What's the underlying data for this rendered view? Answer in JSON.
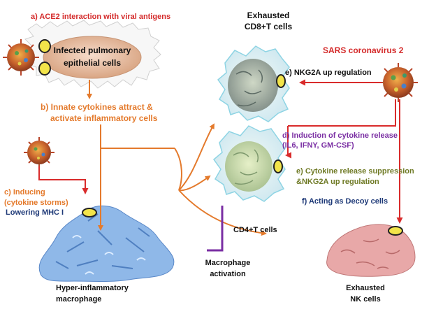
{
  "title": "SARS coronavirus 2",
  "steps": {
    "a": "a) ACE2 interaction with viral antigens",
    "b_line1": "b) Innate cytokines attract &",
    "b_line2": "activate inflammatory cells",
    "c_line1": "c) Inducing",
    "c_line2": "(cytokine storms)",
    "c_line3": "Lowering MHC I",
    "d_line1": "d) Induction of cytokine release",
    "d_line2": "(IL6, IFNY, GM-CSF)",
    "e_top": "e) NKG2A up regulation",
    "e_line1": "e) Cytokine release suppression",
    "e_line2": "&NKG2A up regulation",
    "f": "f) Acting as Decoy cells"
  },
  "cells": {
    "epithelial_line1": "Infected pulmonary",
    "epithelial_line2": "epithelial cells",
    "exhausted_cd8_line1": "Exhausted",
    "exhausted_cd8_line2": "CD8+T cells",
    "cd4": "CD4+T cells",
    "macrophage_activation_line1": "Macrophage",
    "macrophage_activation_line2": "activation",
    "hyper_line1": "Hyper-inflammatory",
    "hyper_line2": "macrophage",
    "nk_line1": "Exhausted",
    "nk_line2": "NK cells"
  },
  "colors": {
    "red_text": "#d42a2a",
    "orange_arrow": "#e47a2c",
    "red_arrow": "#d92b2b",
    "purple_text": "#7a2ea3",
    "olive_text": "#6f7a25",
    "navy_text": "#1f3a78",
    "macrophage_blue": "#8fb8e8",
    "nk_pink": "#e8a8a8",
    "receptor_yellow": "#f2e44a"
  }
}
